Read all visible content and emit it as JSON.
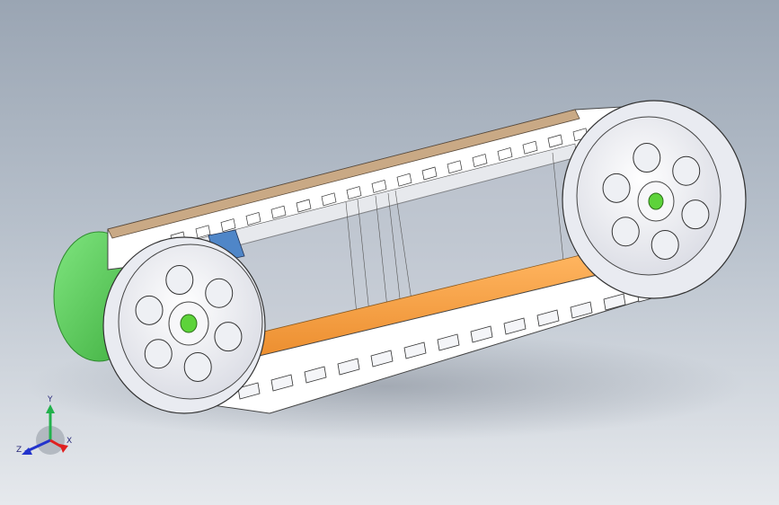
{
  "viewport": {
    "title": "",
    "background_top": "#9aa5b3",
    "background_bottom": "#e6e9ed"
  },
  "model": {
    "parts": [
      {
        "name": "track-belt",
        "color": "#ffffff"
      },
      {
        "name": "drive-wheel-front",
        "color": "#f2f3f7"
      },
      {
        "name": "drive-wheel-rear",
        "color": "#f2f3f7"
      },
      {
        "name": "motor-end-cap",
        "color": "#6ad86a"
      },
      {
        "name": "hub-axle",
        "color": "#5dd33a"
      },
      {
        "name": "lower-frame-rail",
        "color": "#f4a34a"
      },
      {
        "name": "upper-frame-rail",
        "color": "#c9a985"
      },
      {
        "name": "glass-side-plate",
        "color": "#c9ced8"
      },
      {
        "name": "blue-bracket",
        "color": "#4f86c8"
      }
    ]
  },
  "triad": {
    "x_label": "X",
    "y_label": "Y",
    "z_label": "Z",
    "x_color": "#e02020",
    "y_color": "#22b14c",
    "z_color": "#2233cc"
  }
}
